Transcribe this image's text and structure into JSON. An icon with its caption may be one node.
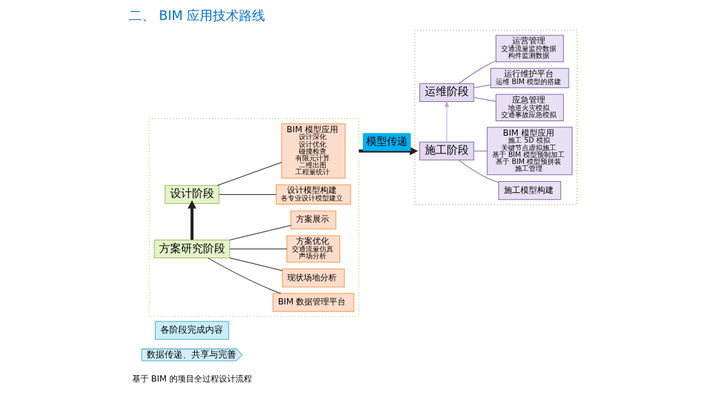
{
  "diagram": {
    "title": "二、 BIM 应用技术路线",
    "nodes": [
      {
        "text": [
          "数据传递、共享与完善"
        ]
      },
      {
        "text": [
          "各阶段完成内容"
        ]
      },
      {
        "text": [],
        "shape": "box"
      },
      {
        "text": [
          "方案研究阶段"
        ],
        "in": 2
      },
      {
        "text": [
          "BIM 数据管理平台"
        ],
        "in": 2
      },
      {
        "text": [
          "现状场地分析"
        ],
        "in": 2
      },
      {
        "text": [
          "方案优化",
          "交通流量仿真",
          "声场分析"
        ],
        "in": 2
      },
      {
        "text": [
          "方案展示"
        ],
        "in": 2
      },
      {
        "text": [
          "设计阶段"
        ],
        "in": 2
      },
      {
        "text": [
          "设计模型构建",
          "各专业设计模型建立"
        ],
        "in": 2
      },
      {
        "text": [
          "BIM 模型应用",
          "设计深化",
          "设计优化",
          "碰撞检查",
          "有限元计算",
          "二维出图",
          "工程量统计"
        ],
        "in": 2
      },
      {
        "text": [],
        "shape": "box"
      },
      {
        "text": [
          "施工阶段"
        ],
        "in": 11
      },
      {
        "text": [
          "施工模型构建"
        ],
        "in": 11
      },
      {
        "text": [
          "BIM 模型应用",
          "施工 5D 模拟",
          "关键节点虚拟施工",
          "基于 BIM 模型预制加工",
          "基于 BIM 模型预拼装",
          "施工管理"
        ],
        "in": 11
      },
      {
        "text": [
          "运维阶段"
        ],
        "in": 11
      },
      {
        "text": [
          "运行维护平台",
          "运维 BIM 模型的搭建"
        ],
        "in": 11
      },
      {
        "text": [
          "运营管理",
          "交通流量监控数据",
          "构件监测数据"
        ],
        "in": 11
      },
      {
        "text": [
          "应急管理",
          "地道火灾模拟",
          "交通事故应急模拟"
        ],
        "in": 11
      }
    ],
    "edges": [
      {
        "from": 3,
        "to": 8,
        "arrow": "to",
        "style": "thick"
      },
      {
        "from": 3,
        "to": 4,
        "arrow": "none"
      },
      {
        "from": 3,
        "to": 5,
        "arrow": "none"
      },
      {
        "from": 3,
        "to": 6,
        "arrow": "none"
      },
      {
        "from": 3,
        "to": 7,
        "arrow": "none"
      },
      {
        "from": 8,
        "to": 9,
        "arrow": "none"
      },
      {
        "from": 8,
        "to": 10,
        "arrow": "none"
      },
      {
        "from": 2,
        "to": 11,
        "arrow": "to",
        "style": "thick",
        "label": "模型传递"
      },
      {
        "from": 12,
        "to": 15,
        "arrow": "to",
        "color": "#b9a6d6"
      },
      {
        "from": 12,
        "to": 13,
        "arrow": "none",
        "color": "#8064a2"
      },
      {
        "from": 12,
        "to": 14,
        "arrow": "none",
        "color": "#8064a2"
      },
      {
        "from": 15,
        "to": 16,
        "arrow": "none",
        "color": "#8064a2"
      },
      {
        "from": 15,
        "to": 17,
        "arrow": "none",
        "color": "#8064a2"
      },
      {
        "from": 15,
        "to": 18,
        "arrow": "none",
        "color": "#8064a2"
      }
    ],
    "labels": [
      "基于 BIM 的项目全过程设计流程"
    ]
  }
}
